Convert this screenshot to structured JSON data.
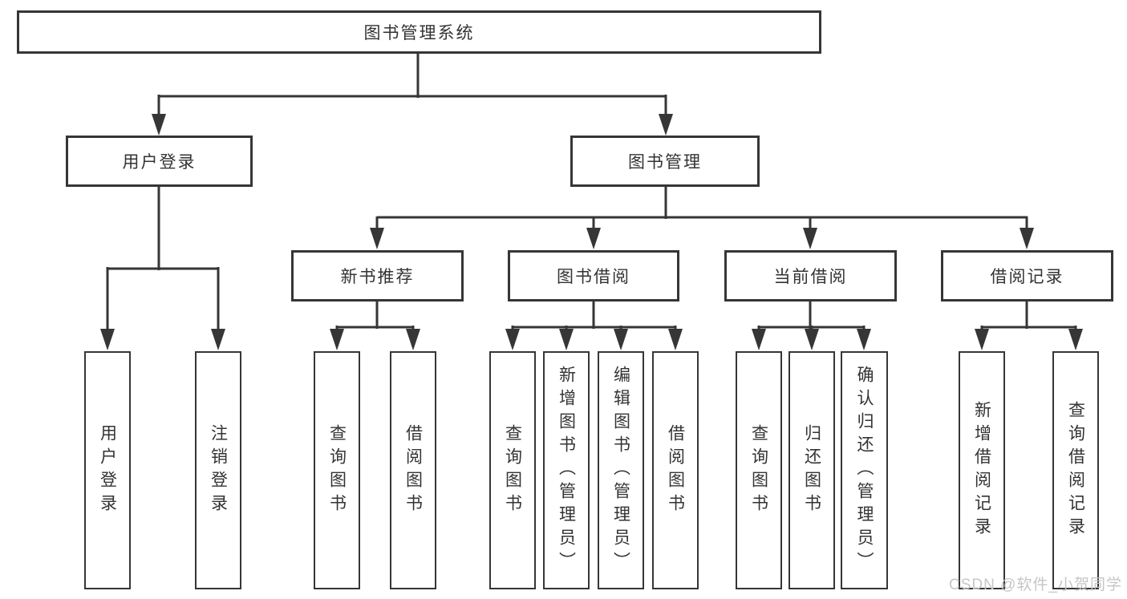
{
  "tree": {
    "label": "图书管理系统",
    "children": [
      {
        "label": "用户登录",
        "children": [
          {
            "label": "用户登录"
          },
          {
            "label": "注销登录"
          }
        ]
      },
      {
        "label": "图书管理",
        "children": [
          {
            "label": "新书推荐",
            "children": [
              {
                "label": "查询图书"
              },
              {
                "label": "借阅图书"
              }
            ]
          },
          {
            "label": "图书借阅",
            "children": [
              {
                "label": "查询图书"
              },
              {
                "label": "新增图书（管理员）"
              },
              {
                "label": "编辑图书（管理员）"
              },
              {
                "label": "借阅图书"
              }
            ]
          },
          {
            "label": "当前借阅",
            "children": [
              {
                "label": "查询图书"
              },
              {
                "label": "归还图书"
              },
              {
                "label": "确认归还（管理员）"
              }
            ]
          },
          {
            "label": "借阅记录",
            "children": [
              {
                "label": "新增借阅记录"
              },
              {
                "label": "查询借阅记录"
              }
            ]
          }
        ]
      }
    ]
  },
  "watermark": "CSDN @软件_小贺同学",
  "colors": {
    "line": "#363636",
    "text": "#333333",
    "background": "#ffffff",
    "watermark": "#c6c6c6"
  }
}
